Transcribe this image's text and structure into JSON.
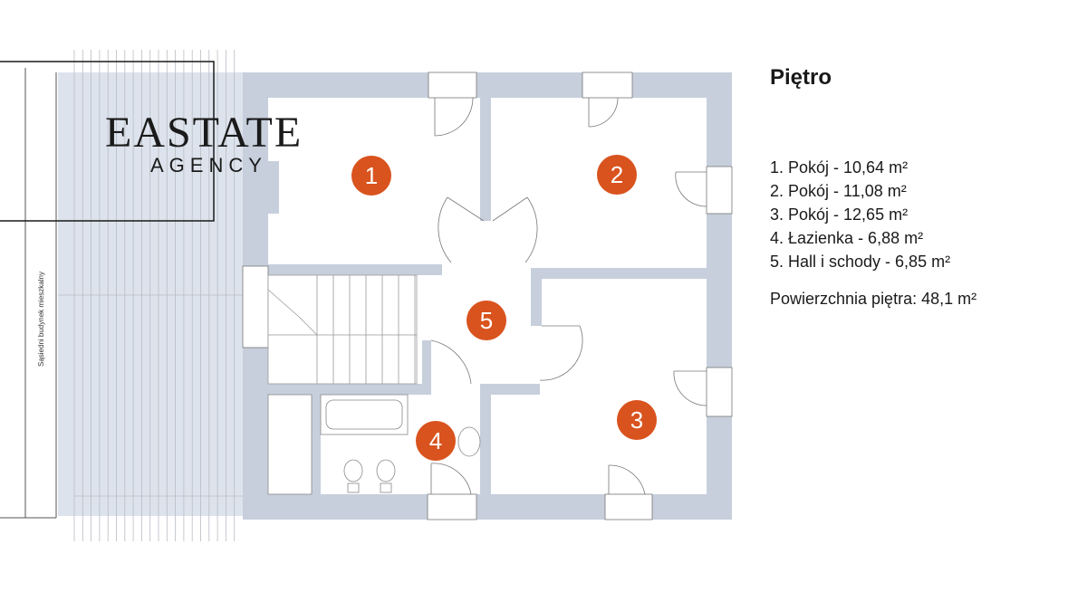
{
  "logo": {
    "main": "EASTATE",
    "sub": "AGENCY"
  },
  "neighbour_label": "Sąsiedni budynek mieszkalny",
  "floor_title": "Piętro",
  "rooms": [
    {
      "number": "1",
      "text": "1. Pokój - 10,64 m²"
    },
    {
      "number": "2",
      "text": "2. Pokój - 11,08 m²"
    },
    {
      "number": "3",
      "text": "3. Pokój - 12,65 m²"
    },
    {
      "number": "4",
      "text": "4. Łazienka - 6,88 m²"
    },
    {
      "number": "5",
      "text": "5. Hall i schody - 6,85 m²"
    }
  ],
  "total_area": "Powierzchnia piętra: 48,1 m²",
  "colors": {
    "wall": "#c7cfdc",
    "marker": "#d9531e",
    "line": "#555555"
  }
}
